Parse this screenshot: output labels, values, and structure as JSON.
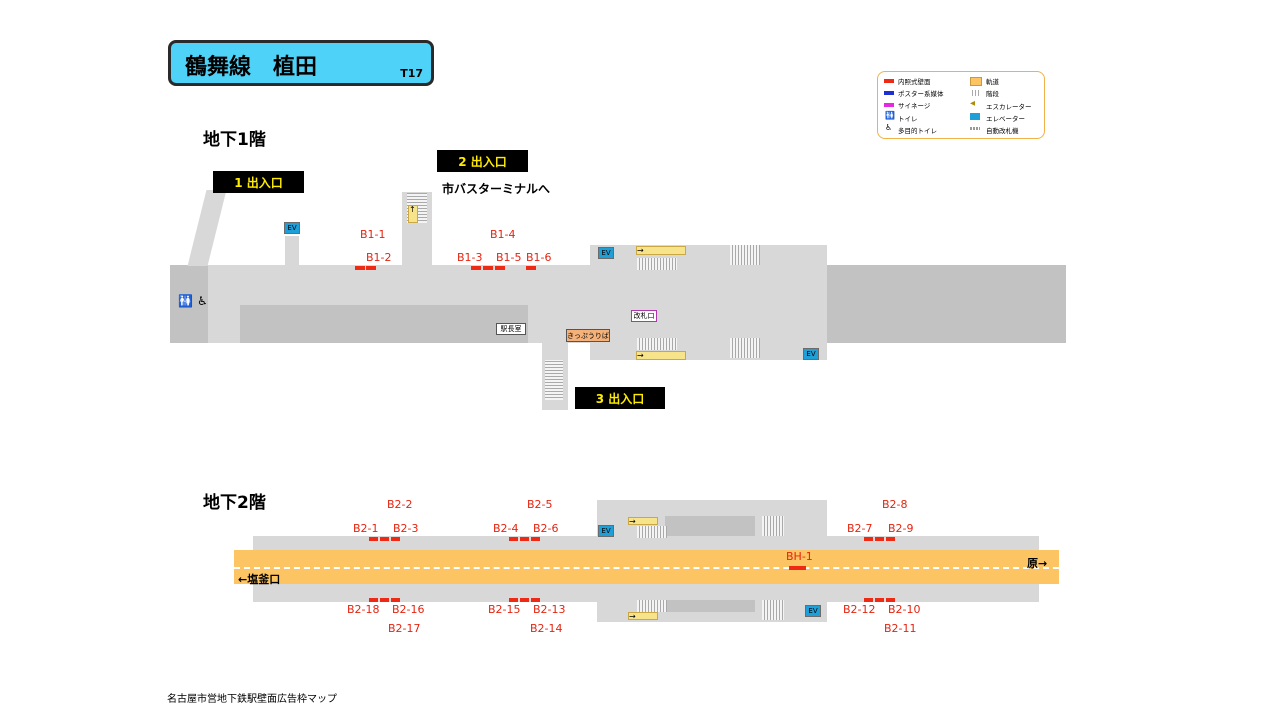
{
  "title": {
    "line": "鶴舞線　植田",
    "code": "T17"
  },
  "floors": {
    "b1": "地下1階",
    "b2": "地下2階"
  },
  "exits": {
    "e1": "1  出入口",
    "e2": "2  出入口",
    "e3": "3  出入口"
  },
  "notes": {
    "bus": "市バスターミナルへ",
    "station_office": "駅長室",
    "ticket_gate": "改札口",
    "ticket_machine": "きっぷうりば",
    "ev": "EV"
  },
  "b1_labels": {
    "b1_1": "B1-1",
    "b1_2": "B1-2",
    "b1_3": "B1-3",
    "b1_4": "B1-4",
    "b1_5": "B1-5",
    "b1_6": "B1-6"
  },
  "b2_labels": {
    "b2_1": "B2-1",
    "b2_2": "B2-2",
    "b2_3": "B2-3",
    "b2_4": "B2-4",
    "b2_5": "B2-5",
    "b2_6": "B2-6",
    "b2_7": "B2-7",
    "b2_8": "B2-8",
    "b2_9": "B2-9",
    "b2_10": "B2-10",
    "b2_11": "B2-11",
    "b2_12": "B2-12",
    "b2_13": "B2-13",
    "b2_14": "B2-14",
    "b2_15": "B2-15",
    "b2_16": "B2-16",
    "b2_17": "B2-17",
    "b2_18": "B2-18",
    "bh_1": "BH-1"
  },
  "directions": {
    "left": "←塩釜口",
    "right": "原→"
  },
  "legend": {
    "lit_wall": "内照式壁面",
    "poster": "ポスター系媒体",
    "signage": "サイネージ",
    "toilet": "トイレ",
    "multi_toilet": "多目的トイレ",
    "track": "軌道",
    "stairs": "階段",
    "escalator": "エスカレーター",
    "elevator": "エレベーター",
    "gate": "自動改札機"
  },
  "colors": {
    "lit_wall": "#ee2a14",
    "poster": "#1c2fd0",
    "signage": "#e32ae0",
    "track": "#fdc463",
    "title_bg": "#4fd2f7"
  },
  "footer": "名古屋市営地下鉄駅壁面広告枠マップ"
}
